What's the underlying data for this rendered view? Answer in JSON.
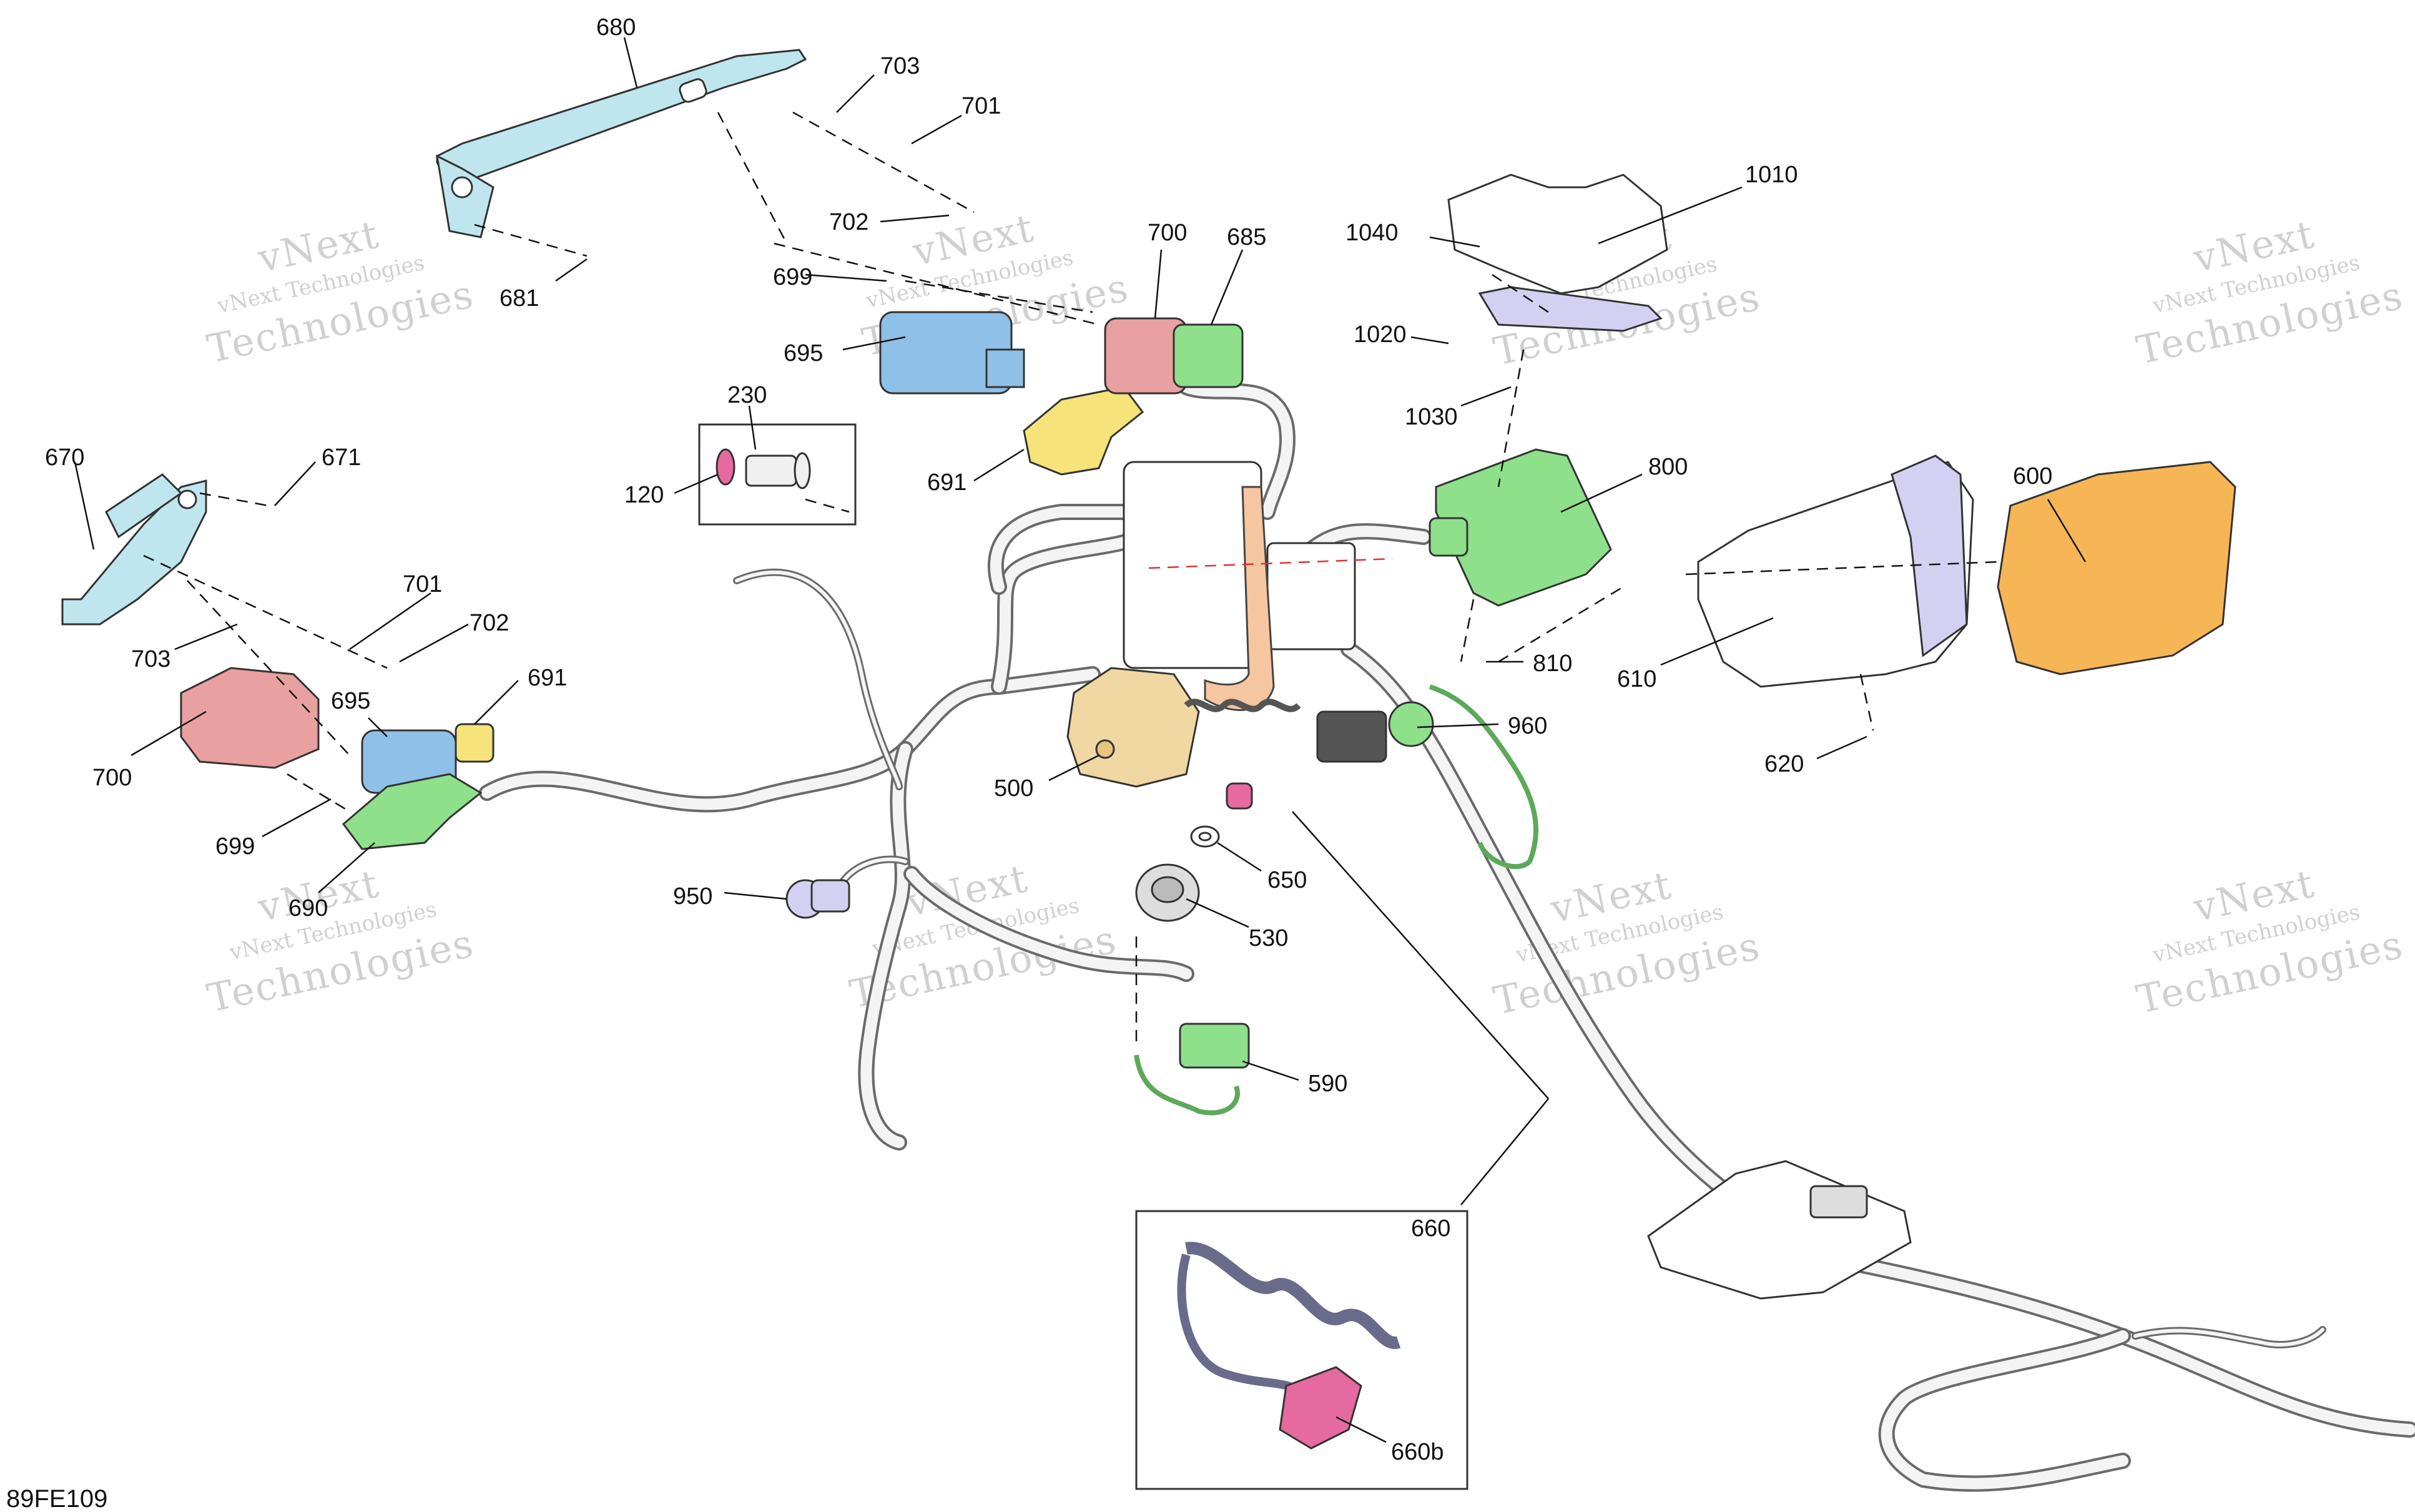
{
  "diagram_code": "89FE109",
  "watermark": {
    "line1": "vNext Technologies",
    "line2": "Technologies",
    "line3": "vNext"
  },
  "callouts": {
    "c680": "680",
    "c703a": "703",
    "c701a": "701",
    "c702a": "702",
    "c681": "681",
    "c699a": "699",
    "c700a": "700",
    "c685": "685",
    "c695a": "695",
    "c230": "230",
    "c120": "120",
    "c691a": "691",
    "c670": "670",
    "c671": "671",
    "c701b": "701",
    "c702b": "702",
    "c703b": "703",
    "c691b": "691",
    "c695b": "695",
    "c700b": "700",
    "c699b": "699",
    "c690": "690",
    "c950": "950",
    "c500": "500",
    "c650": "650",
    "c530": "530",
    "c590": "590",
    "c660": "660",
    "c660b": "660b",
    "c1010": "1010",
    "c1040": "1040",
    "c1020": "1020",
    "c1030": "1030",
    "c800": "800",
    "c810": "810",
    "c960": "960",
    "c610": "610",
    "c620": "620",
    "c600": "600"
  },
  "colors": {
    "red_part": "#e8a0a0",
    "blue_part": "#8fc0e8",
    "green_part": "#8ee08a",
    "yellow_part": "#f6e37a",
    "light_blue_part": "#bfe6ee",
    "orange_part": "#f7b655",
    "lavender_part": "#d4d0f2",
    "tan_part": "#f1d7a2",
    "pink_part": "#e56aa0"
  }
}
